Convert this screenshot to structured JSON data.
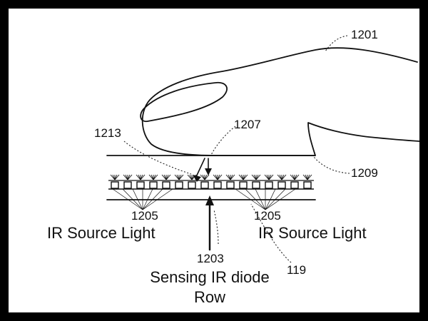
{
  "reference_numerals": {
    "finger": "1201",
    "contact_point": "1207",
    "reflected_ray": "1213",
    "cover_layer": "1209",
    "source_left": "1205",
    "source_right": "1205",
    "diode_row": "1203",
    "sensor_assembly": "119"
  },
  "labels": {
    "source_left": "IR Source Light",
    "source_right": "IR Source Light",
    "diode_line1": "Sensing IR diode",
    "diode_line2": "Row"
  },
  "colors": {
    "frame": "#000000",
    "background": "#ffffff",
    "ink": "#111111"
  }
}
